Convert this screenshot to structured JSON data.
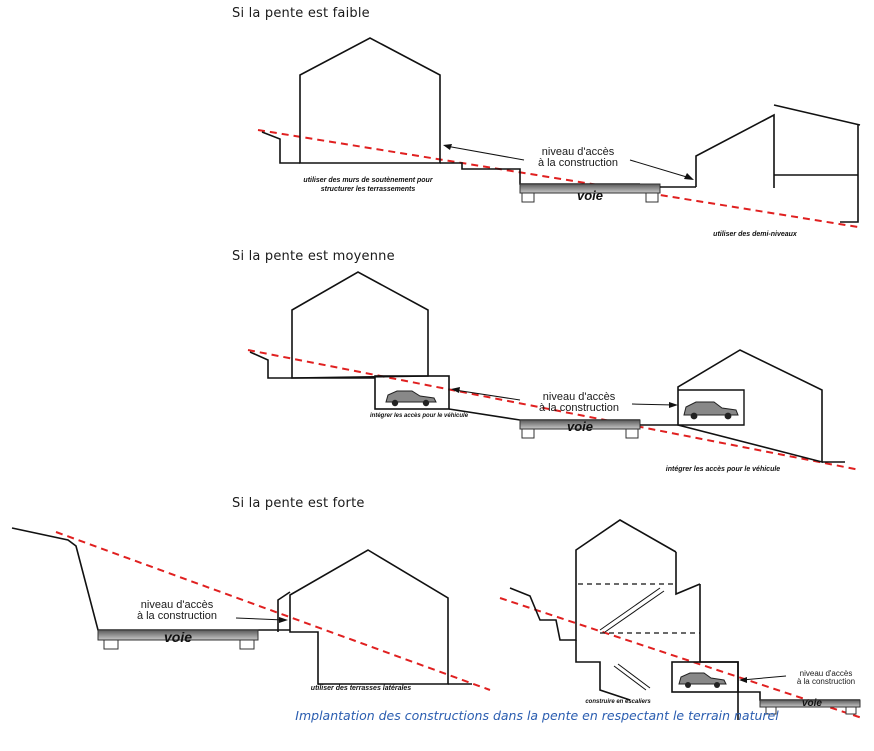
{
  "diagram": {
    "headings": {
      "faible": "Si la pente est faible",
      "moyenne": "Si la pente est moyenne",
      "forte": "Si la pente est forte"
    },
    "access_label": {
      "line1": "niveau d'accès",
      "line2": "à la construction"
    },
    "road_label": "voie",
    "annotations": {
      "murs_line1": "utiliser des murs de soutènement pour",
      "murs_line2": "structurer les terrassements",
      "demi_niveaux": "utiliser des demi-niveaux",
      "acces_vehicule": "intégrer les accès pour le véhicule",
      "terrasses": "utiliser des terrasses latérales",
      "escaliers": "construire en escaliers"
    },
    "caption": "Implantation des constructions dans la pente en respectant le terrain naturel",
    "colors": {
      "slope_line": "#e02020",
      "structure": "#111111",
      "road": "#8a8a8a",
      "caption": "#2a5db0"
    }
  }
}
